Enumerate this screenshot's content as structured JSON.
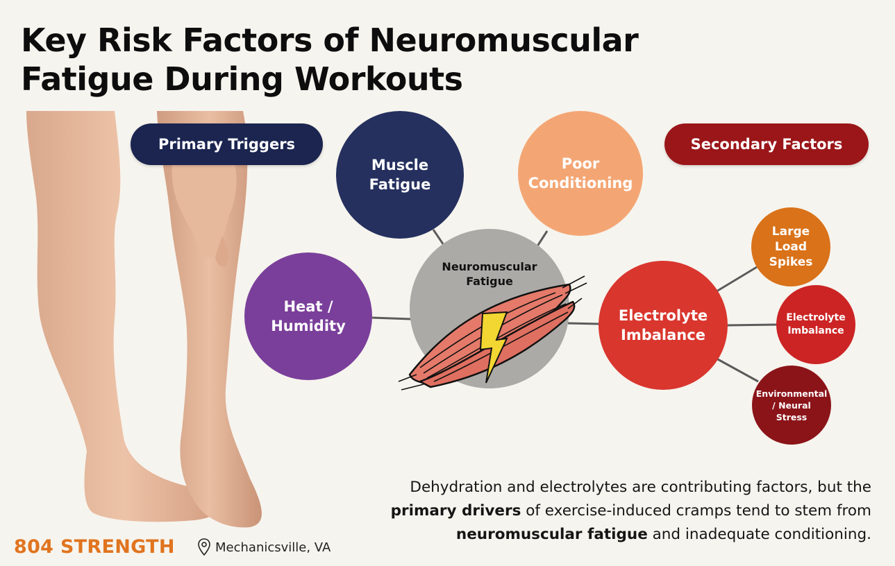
{
  "title": {
    "line1": "Key Risk Factors of Neuromuscular",
    "line2": "Fatigue During Workouts"
  },
  "pills": {
    "primary": "Primary Triggers",
    "secondary": "Secondary Factors"
  },
  "center": {
    "label": "Neuromuscular\nFatigue",
    "icon": "muscle-with-lightning-icon",
    "color": "#abaaa6"
  },
  "primary_nodes": [
    {
      "label": "Muscle\nFatigue",
      "color": "#25305e"
    },
    {
      "label": "Poor\nConditioning",
      "color": "#f3a674"
    },
    {
      "label": "Heat /\nHumidity",
      "color": "#7a3f9a"
    },
    {
      "label": "Electrolyte\nImbalance",
      "color": "#d9362e"
    }
  ],
  "secondary_nodes": [
    {
      "label": "Large\nLoad\nSpikes",
      "color": "#d97219"
    },
    {
      "label": "Electrolyte\nImbalance",
      "color": "#cc2424"
    },
    {
      "label": "Environmental\n/ Neural\nStress",
      "color": "#8b1419"
    }
  ],
  "caption": {
    "line1": "Dehydration and electrolytes are contributing factors, but the",
    "bold1": "primary drivers",
    "line2_rest": " of exercise-induced cramps tend to stem from",
    "bold2": "neuromuscular fatigue",
    "line3_rest": " and inadequate conditioning."
  },
  "footer": {
    "brand": "804 STRENGTH",
    "location_icon": "map-pin-icon",
    "location": "Mechanicsville, VA"
  },
  "colors": {
    "background": "#f6f4ee",
    "brand": "#e0741f",
    "primary_pill": "#1b2550",
    "secondary_pill": "#9a1619"
  }
}
